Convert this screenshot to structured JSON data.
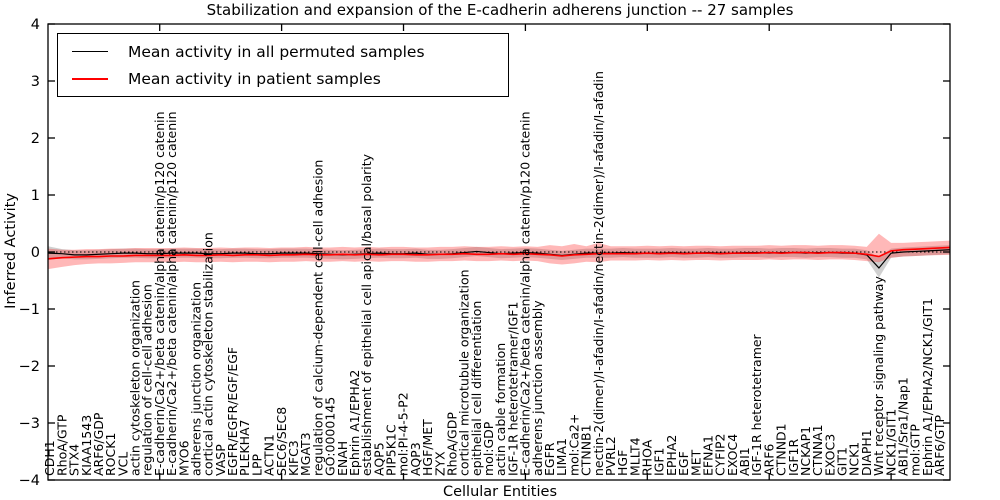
{
  "figure": {
    "title": "Stabilization and expansion of the E-cadherin adherens junction -- 27 samples",
    "xlabel": "Cellular Entities",
    "ylabel": "Inferred Activity"
  },
  "legend": {
    "position": "upper left",
    "items": [
      {
        "label": "Mean activity in all permuted samples",
        "color": "#000000",
        "thickness": 1.5
      },
      {
        "label": "Mean activity in patient samples",
        "color": "#ff0000",
        "thickness": 2
      }
    ]
  },
  "axes": {
    "y_tick_labels": [
      "4",
      "3",
      "2",
      "1",
      "0",
      "−1",
      "−2",
      "−3",
      "−4"
    ],
    "y_tick_values": [
      4,
      3,
      2,
      1,
      0,
      -1,
      -2,
      -3,
      -4
    ],
    "x_major_tick_indices": [
      9,
      19,
      29,
      39,
      49,
      59,
      69
    ]
  },
  "chart_data": {
    "type": "line",
    "title": "Stabilization and expansion of the E-cadherin adherens junction -- 27 samples",
    "xlabel": "Cellular Entities",
    "ylabel": "Inferred Activity",
    "ylim": [
      -4,
      4
    ],
    "grid": false,
    "zero_reference_line": "dotted",
    "legend_position": "upper left",
    "categories": [
      "CDH1",
      "RhoA/GTP",
      "STX4",
      "KIAA1543",
      "ARF6/GDP",
      "ROCK1",
      "VCL",
      "actin cytoskeleton organization",
      "regulation of cell-cell adhesion",
      "E-cadherin/Ca2+/beta catenin/alpha catenin/p120 catenin",
      "E-cadherin/Ca2+/beta catenin/alpha catenin/p120 catenin",
      "MYO6",
      "adherens junction organization",
      "cortical actin cytoskeleton stabilization",
      "VASP",
      "EGFR/EGFR/EGF/EGF",
      "PLEKHA7",
      "LPP",
      "ACTN1",
      "SEC6/SEC8",
      "KIFC3",
      "MGAT3",
      "regulation of calcium-dependent cell-cell adhesion",
      "GO:0000145",
      "ENAH",
      "Ephrin A1/EPHA2",
      "establishment of epithelial cell apical/basal polarity",
      "AQP5",
      "PIP5K1C",
      "mol:PI-4-5-P2",
      "AQP3",
      "HGF/MET",
      "ZYX",
      "RhoA/GDP",
      "cortical microtubule organization",
      "epithelial cell differentiation",
      "mol:GDP",
      "actin cable formation",
      "IGF-1R heterotetramer/IGF1",
      "E-cadherin/Ca2+/beta catenin/alpha catenin/p120 catenin",
      "adherens junction assembly",
      "EGFR",
      "LIMA1",
      "mol:Ca2+",
      "CTNNB1",
      "nectin-2(dimer)/I-afadin/I-afadin/nectin-2(dimer)/I-afadin/I-afadin",
      "PVRL2",
      "HGF",
      "MLLT4",
      "RHOA",
      "IGF1",
      "EPHA2",
      "EGF",
      "MET",
      "EFNA1",
      "CYFIP2",
      "EXOC4",
      "ABI1",
      "IGF-1R heterotetramer",
      "ARF6",
      "CTNND1",
      "IGF1R",
      "NCKAP1",
      "CTNNA1",
      "EXOC3",
      "GIT1",
      "NCK1",
      "DIAPH1",
      "Wnt receptor signaling pathway",
      "NCK1/GIT1",
      "ABI1/Sra1/Nap1",
      "mol:GTP",
      "Ephrin A1/EPHA2/NCK1/GIT1",
      "ARF6/GTP"
    ],
    "series": [
      {
        "name": "Mean activity in all permuted samples",
        "color": "#000000",
        "band_color": "rgba(150,150,150,0.45)",
        "values": [
          -0.02,
          -0.03,
          -0.05,
          -0.05,
          -0.04,
          -0.03,
          -0.02,
          -0.02,
          -0.03,
          -0.03,
          -0.02,
          -0.02,
          -0.02,
          -0.03,
          -0.03,
          -0.02,
          -0.02,
          -0.03,
          -0.03,
          -0.02,
          -0.02,
          -0.02,
          -0.03,
          -0.04,
          -0.05,
          -0.04,
          -0.03,
          -0.02,
          -0.03,
          -0.03,
          -0.02,
          -0.04,
          -0.04,
          -0.03,
          -0.01,
          0.01,
          -0.01,
          -0.03,
          -0.02,
          -0.01,
          -0.02,
          -0.04,
          -0.06,
          -0.04,
          -0.02,
          -0.02,
          -0.02,
          -0.01,
          -0.02,
          -0.02,
          -0.02,
          -0.01,
          -0.02,
          -0.02,
          -0.01,
          -0.02,
          -0.02,
          -0.01,
          -0.01,
          -0.02,
          -0.01,
          -0.01,
          -0.02,
          -0.01,
          -0.01,
          -0.02,
          -0.02,
          -0.05,
          -0.28,
          -0.02,
          0.0,
          0.01,
          0.02,
          0.04
        ],
        "band_upper": [
          0.1,
          0.05,
          0.03,
          0.03,
          0.04,
          0.05,
          0.06,
          0.06,
          0.05,
          0.05,
          0.06,
          0.06,
          0.06,
          0.05,
          0.05,
          0.06,
          0.06,
          0.05,
          0.05,
          0.06,
          0.06,
          0.06,
          0.05,
          0.04,
          0.03,
          0.04,
          0.05,
          0.06,
          0.05,
          0.05,
          0.06,
          0.04,
          0.04,
          0.05,
          0.07,
          0.09,
          0.07,
          0.05,
          0.06,
          0.07,
          0.06,
          0.04,
          0.02,
          0.04,
          0.06,
          0.06,
          0.06,
          0.07,
          0.06,
          0.06,
          0.06,
          0.07,
          0.06,
          0.06,
          0.07,
          0.06,
          0.06,
          0.07,
          0.07,
          0.06,
          0.07,
          0.07,
          0.06,
          0.07,
          0.07,
          0.06,
          0.06,
          0.03,
          -0.1,
          0.06,
          0.08,
          0.09,
          0.1,
          0.12
        ],
        "band_lower": [
          -0.14,
          -0.11,
          -0.13,
          -0.13,
          -0.12,
          -0.11,
          -0.1,
          -0.1,
          -0.11,
          -0.11,
          -0.1,
          -0.1,
          -0.1,
          -0.11,
          -0.11,
          -0.1,
          -0.1,
          -0.11,
          -0.11,
          -0.1,
          -0.1,
          -0.1,
          -0.11,
          -0.12,
          -0.13,
          -0.12,
          -0.11,
          -0.1,
          -0.11,
          -0.11,
          -0.1,
          -0.12,
          -0.12,
          -0.11,
          -0.09,
          -0.07,
          -0.09,
          -0.11,
          -0.1,
          -0.09,
          -0.1,
          -0.12,
          -0.14,
          -0.12,
          -0.1,
          -0.1,
          -0.1,
          -0.09,
          -0.1,
          -0.1,
          -0.1,
          -0.09,
          -0.1,
          -0.1,
          -0.09,
          -0.1,
          -0.1,
          -0.09,
          -0.09,
          -0.1,
          -0.09,
          -0.09,
          -0.1,
          -0.09,
          -0.09,
          -0.1,
          -0.1,
          -0.13,
          -0.45,
          -0.1,
          -0.08,
          -0.07,
          -0.06,
          -0.04
        ]
      },
      {
        "name": "Mean activity in patient samples",
        "color": "#ff0000",
        "band_color": "rgba(255,40,40,0.33)",
        "values": [
          -0.12,
          -0.1,
          -0.09,
          -0.08,
          -0.08,
          -0.07,
          -0.07,
          -0.06,
          -0.06,
          -0.06,
          -0.06,
          -0.05,
          -0.06,
          -0.06,
          -0.05,
          -0.06,
          -0.05,
          -0.05,
          -0.06,
          -0.05,
          -0.05,
          -0.04,
          -0.05,
          -0.05,
          -0.04,
          -0.05,
          -0.04,
          -0.05,
          -0.04,
          -0.04,
          -0.05,
          -0.05,
          -0.04,
          -0.04,
          -0.03,
          -0.04,
          -0.04,
          -0.03,
          -0.04,
          -0.03,
          -0.04,
          -0.05,
          -0.07,
          -0.05,
          -0.04,
          -0.03,
          -0.03,
          -0.03,
          -0.03,
          -0.02,
          -0.03,
          -0.02,
          -0.03,
          -0.02,
          -0.02,
          -0.03,
          -0.02,
          -0.02,
          -0.02,
          -0.01,
          -0.02,
          -0.01,
          -0.01,
          -0.02,
          -0.01,
          -0.01,
          -0.02,
          -0.04,
          -0.08,
          0.02,
          0.04,
          0.05,
          0.06,
          0.08
        ],
        "band_upper": [
          0.06,
          0.04,
          0.04,
          0.05,
          0.05,
          0.06,
          0.06,
          0.07,
          0.07,
          0.07,
          0.07,
          0.08,
          0.07,
          0.07,
          0.08,
          0.07,
          0.08,
          0.08,
          0.07,
          0.08,
          0.08,
          0.09,
          0.08,
          0.08,
          0.09,
          0.08,
          0.09,
          0.08,
          0.09,
          0.09,
          0.08,
          0.08,
          0.09,
          0.09,
          0.1,
          0.09,
          0.09,
          0.1,
          0.09,
          0.1,
          0.09,
          0.12,
          0.1,
          0.14,
          0.1,
          0.16,
          0.1,
          0.1,
          0.1,
          0.11,
          0.1,
          0.11,
          0.1,
          0.11,
          0.11,
          0.1,
          0.11,
          0.11,
          0.11,
          0.12,
          0.11,
          0.12,
          0.12,
          0.11,
          0.12,
          0.12,
          0.11,
          0.09,
          0.32,
          0.16,
          0.16,
          0.17,
          0.18,
          0.2
        ],
        "band_lower": [
          -0.3,
          -0.26,
          -0.23,
          -0.21,
          -0.2,
          -0.2,
          -0.19,
          -0.18,
          -0.18,
          -0.18,
          -0.18,
          -0.17,
          -0.18,
          -0.18,
          -0.17,
          -0.18,
          -0.17,
          -0.17,
          -0.18,
          -0.17,
          -0.17,
          -0.16,
          -0.17,
          -0.17,
          -0.16,
          -0.17,
          -0.16,
          -0.17,
          -0.16,
          -0.16,
          -0.17,
          -0.17,
          -0.16,
          -0.16,
          -0.15,
          -0.16,
          -0.16,
          -0.15,
          -0.16,
          -0.15,
          -0.16,
          -0.2,
          -0.22,
          -0.2,
          -0.17,
          -0.18,
          -0.15,
          -0.15,
          -0.15,
          -0.14,
          -0.15,
          -0.14,
          -0.15,
          -0.14,
          -0.14,
          -0.15,
          -0.14,
          -0.14,
          -0.14,
          -0.13,
          -0.14,
          -0.13,
          -0.13,
          -0.14,
          -0.13,
          -0.13,
          -0.14,
          -0.16,
          -0.18,
          -0.1,
          -0.08,
          -0.07,
          -0.06,
          -0.05
        ]
      }
    ]
  }
}
